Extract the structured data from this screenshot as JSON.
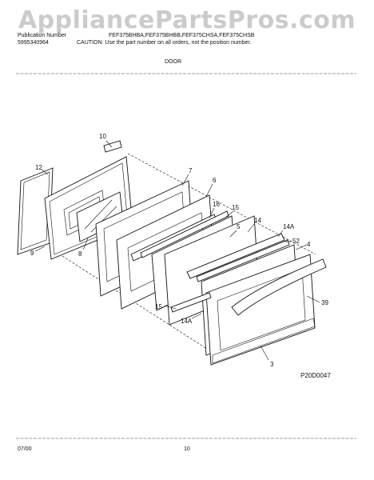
{
  "watermark": "AppliancePartsPros.com",
  "header": {
    "pub_line1": "Publication Number",
    "pub_line2": "5995340964",
    "models": "FEF375BHBA,FEF375BHBB,FEF375CHSA,FEF375CHSB",
    "caution": "CAUTION:  Use the part number on all orders, not the position number.",
    "section": "DOOR"
  },
  "diagram_code": "P20D0047",
  "footer": {
    "date": "07/00",
    "page": "10"
  },
  "callouts": {
    "c10": "10",
    "c12": "12",
    "c9": "9",
    "c8": "8",
    "c7": "7",
    "c6": "6",
    "c16": "16",
    "c15a": "15",
    "c5": "5",
    "c14a": "14",
    "c14b": "14A",
    "c52": "52",
    "c4": "4",
    "c39": "39",
    "c15b": "15",
    "c14c": "14A",
    "c3": "3"
  }
}
